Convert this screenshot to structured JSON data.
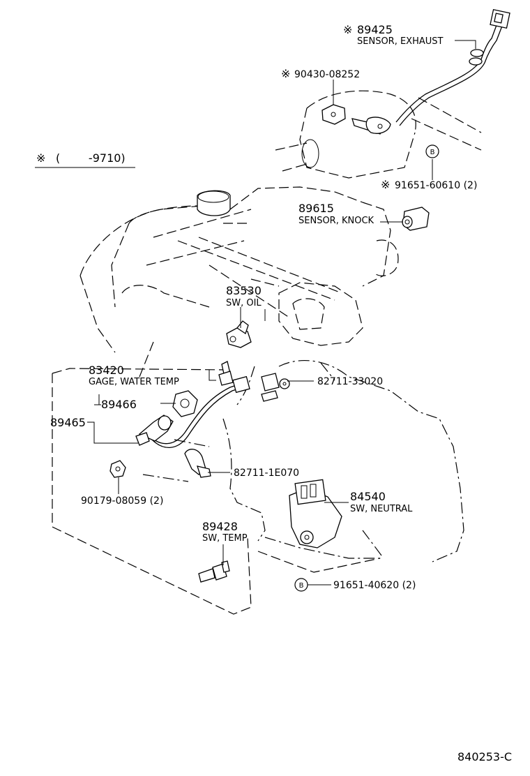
{
  "note": {
    "symbol": "※",
    "range": "(        -9710)"
  },
  "parts": {
    "p89425": {
      "mark": "※",
      "number": "89425",
      "desc": "SENSOR, EXHAUST"
    },
    "p90430": {
      "mark": "※",
      "number": "90430-08252"
    },
    "p91651_60610": {
      "mark": "※",
      "number": "91651-60610 (2)",
      "bolt": "B"
    },
    "p89615": {
      "number": "89615",
      "desc": "SENSOR, KNOCK"
    },
    "p83530": {
      "number": "83530",
      "desc": "SW, OIL"
    },
    "p83420": {
      "number": "83420",
      "desc": "GAGE, WATER  TEMP"
    },
    "p82711_33020": {
      "number": "82711-33020"
    },
    "p89466": {
      "number": "89466"
    },
    "p89465": {
      "number": "89465"
    },
    "p82711_1E070": {
      "number": "82711-1E070"
    },
    "p90179": {
      "number": "90179-08059 (2)"
    },
    "p84540": {
      "number": "84540",
      "desc": "SW, NEUTRAL"
    },
    "p89428": {
      "number": "89428",
      "desc": "SW, TEMP"
    },
    "p91651_40620": {
      "number": "91651-40620 (2)",
      "bolt": "B"
    }
  },
  "diagram_id": "840253-C"
}
